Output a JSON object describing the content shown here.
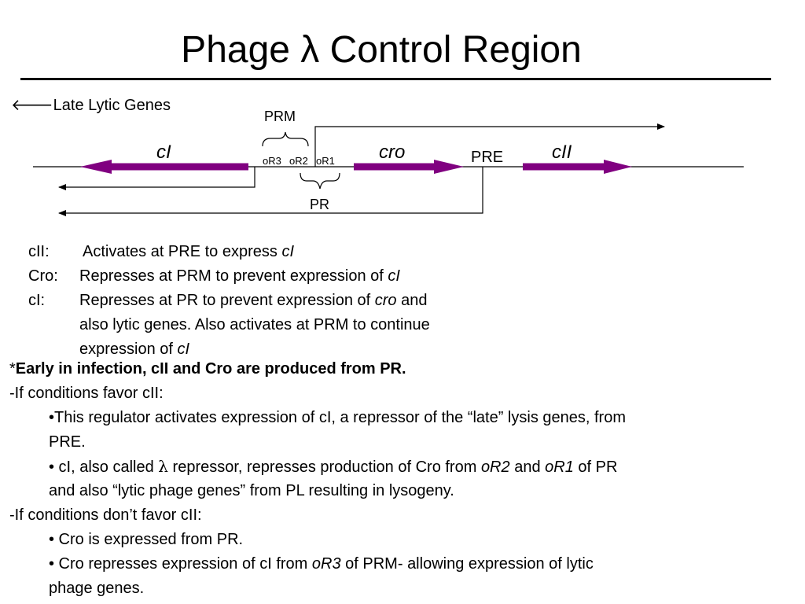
{
  "title": {
    "text": "Phage λ Control Region"
  },
  "diagram": {
    "late_lytic_label": "Late  Lytic Genes",
    "prm_label": "PRM",
    "pr_label": "PR",
    "pre_label": "PRE",
    "genes": {
      "ci": "cI",
      "cro": "cro",
      "cii": "cII"
    },
    "operators": {
      "or3": "oR3",
      "or2": "oR2",
      "or1": "oR1"
    },
    "gene_color": "#800080"
  },
  "notes": [
    {
      "prefix": "cII:",
      "text": "Activates at PRE to express ",
      "italic": "cI",
      "after": ""
    },
    {
      "prefix": "Cro:",
      "text": "Represses at PRM to prevent expression of ",
      "italic": "cI",
      "after": ""
    },
    {
      "prefix": "cI:",
      "text": "Represses at PR to prevent expression of ",
      "italic": "cro",
      "after": " and"
    },
    {
      "cont": "also lytic genes.  Also activates at PRM to continue"
    },
    {
      "cont": "expression of ",
      "italic": "cI"
    }
  ],
  "body": {
    "early": "Early in infection, cII and Cro are produced from PR.",
    "favor": "-If conditions favor cII:",
    "favor_b1_l1": "•This regulator activates expression of cI, a repressor of the “late” lysis genes, from",
    "favor_b1_l2": "PRE.",
    "favor_b2_a": "• cI, also called ",
    "favor_b2_lambda": "λ",
    "favor_b2_b": " repressor, represses production of Cro from ",
    "favor_b2_or2": "oR2",
    "favor_b2_and": " and ",
    "favor_b2_or1": "oR1",
    "favor_b2_c": " of PR",
    "favor_b2_l2": "and also “lytic phage genes” from PL resulting in lysogeny.",
    "nofavor": "-If conditions don’t favor cII:",
    "nofavor_b1": "• Cro is expressed from PR.",
    "nofavor_b2_a": "• Cro represses expression of cI from ",
    "nofavor_b2_or3": "oR3",
    "nofavor_b2_b": " of PRM- allowing expression of lytic",
    "nofavor_b2_l2": "phage genes."
  }
}
